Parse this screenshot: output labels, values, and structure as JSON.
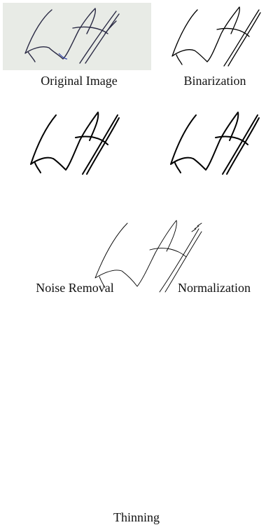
{
  "panels": [
    {
      "caption": "Original Image"
    },
    {
      "caption": "Binarization"
    },
    {
      "caption": "Noise Removal"
    },
    {
      "caption": "Normalization"
    },
    {
      "caption": "Thinning"
    }
  ],
  "colors": {
    "original_background": "#e8ebe6",
    "ink": "#000000",
    "original_ink": "#2a2a44"
  }
}
